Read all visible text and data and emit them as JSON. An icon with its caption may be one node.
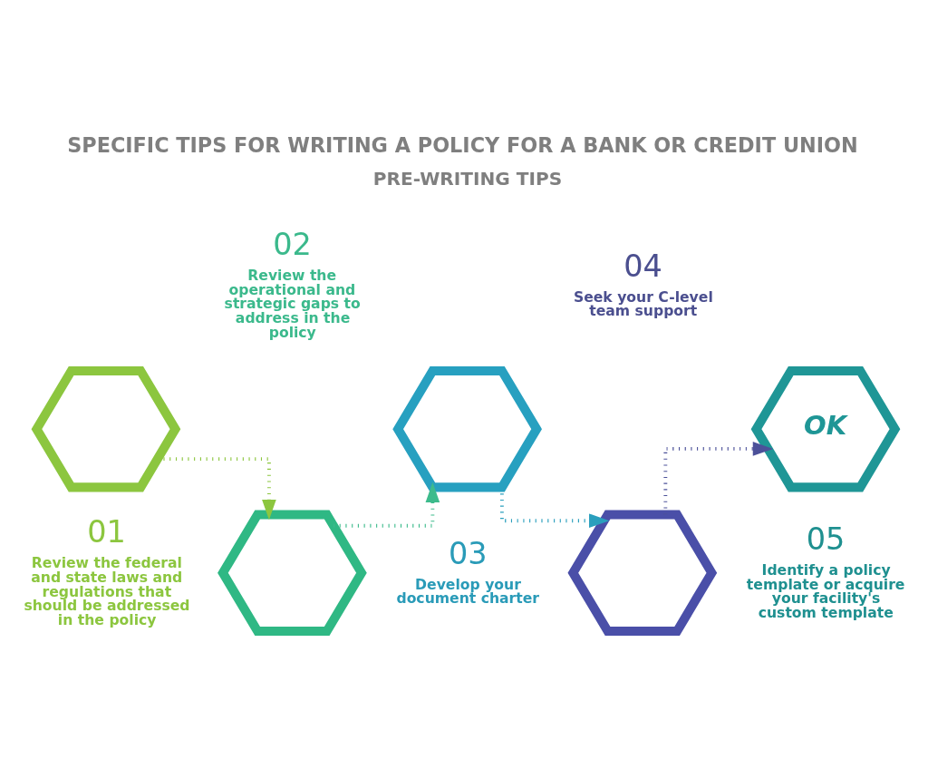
{
  "diagram": {
    "title": "SPECIFIC TIPS FOR WRITING A POLICY FOR A BANK OR CREDIT UNION",
    "nodes": [
      {
        "text": [],
        "shape": "hexagon",
        "beside": [
          "01",
          "Review the federal and state laws and regulations that should be addressed in the policy"
        ]
      },
      {
        "text": [],
        "shape": "hexagon",
        "beside": [
          "02",
          "Review the operational and strategic gaps to address in the policy"
        ]
      },
      {
        "text": [],
        "shape": "hexagon",
        "beside": [
          "03",
          "Develop your document charter"
        ]
      },
      {
        "text": [],
        "shape": "hexagon",
        "beside": [
          "04",
          "Seek your C-level team support"
        ]
      },
      {
        "text": [
          "OK"
        ],
        "beside": [
          "05",
          "Identify a policy template or acquire your facility's custom template"
        ]
      }
    ],
    "edges": [
      {
        "from": 0,
        "to": 1,
        "arrow": "to",
        "color": "#8cc63f"
      },
      {
        "from": 1,
        "to": 2,
        "arrow": "to",
        "color": "#3dbb8c"
      },
      {
        "from": 2,
        "to": 3,
        "arrow": "to",
        "color": "#2a9fbd"
      },
      {
        "from": 3,
        "to": 4,
        "arrow": "to",
        "color": "#4c5199"
      }
    ],
    "labels": [
      "PRE-WRITING TIPS"
    ]
  }
}
